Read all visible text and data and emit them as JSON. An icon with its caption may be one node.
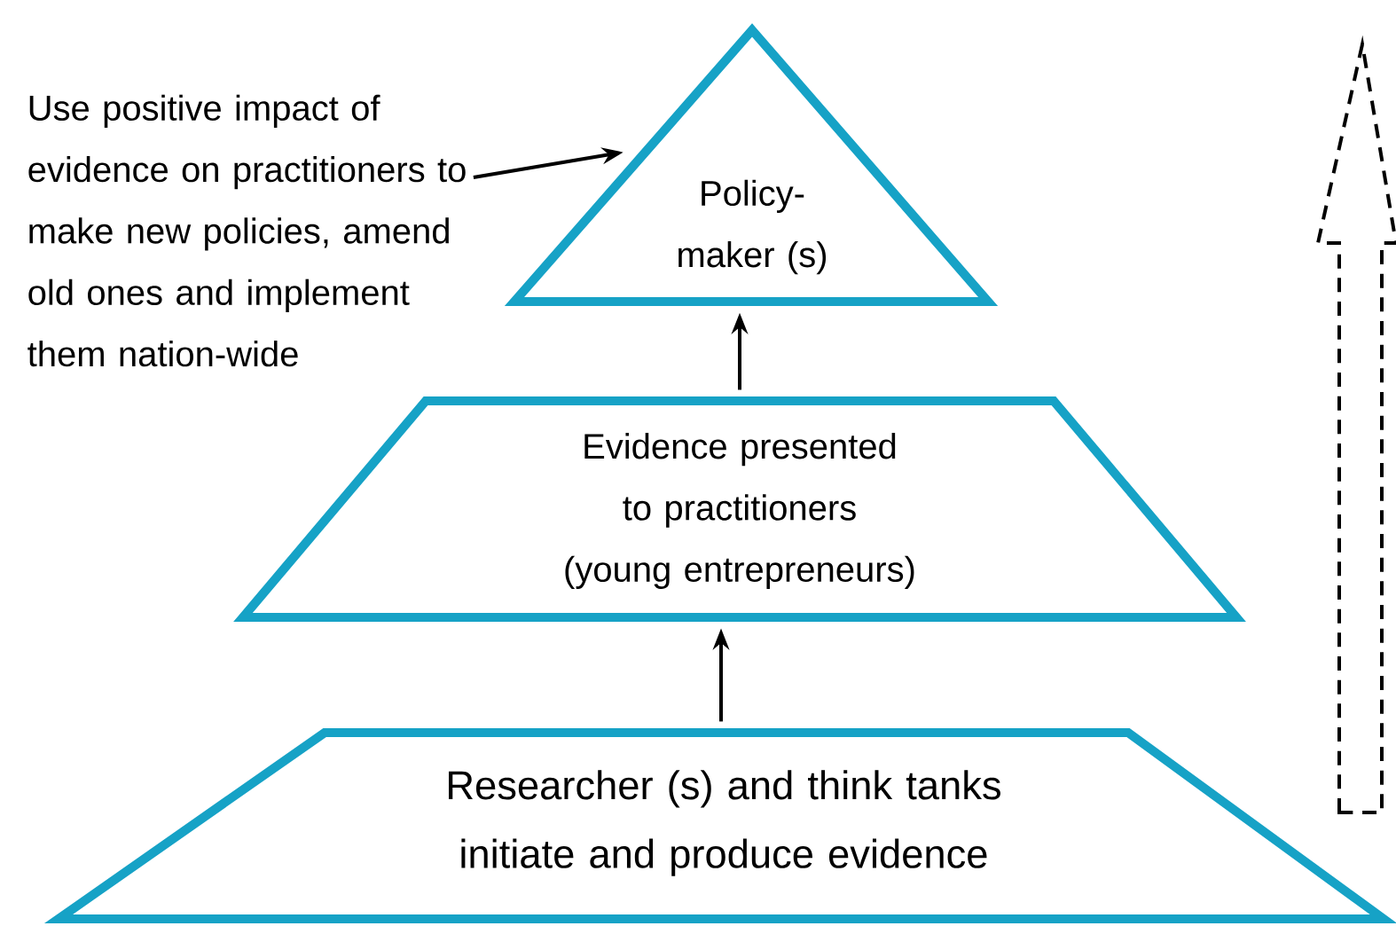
{
  "diagram": {
    "nodes": [
      {
        "text": [
          "Use positive impact of evidence on practitioners to make new policies, amend old ones and implement them nation-wide"
        ]
      },
      {
        "text": [
          "Policy- maker (s)"
        ]
      },
      {
        "text": [
          "Evidence presented to practitioners (young entrepreneurs)"
        ]
      },
      {
        "text": [
          "Researcher (s) and think tanks initiate and produce evidence"
        ]
      }
    ],
    "edges": [
      {
        "from": 0,
        "to": 1,
        "arrow": "to"
      },
      {
        "from": 2,
        "to": 1,
        "arrow": "to"
      },
      {
        "from": 3,
        "to": 2,
        "arrow": "to"
      }
    ]
  }
}
